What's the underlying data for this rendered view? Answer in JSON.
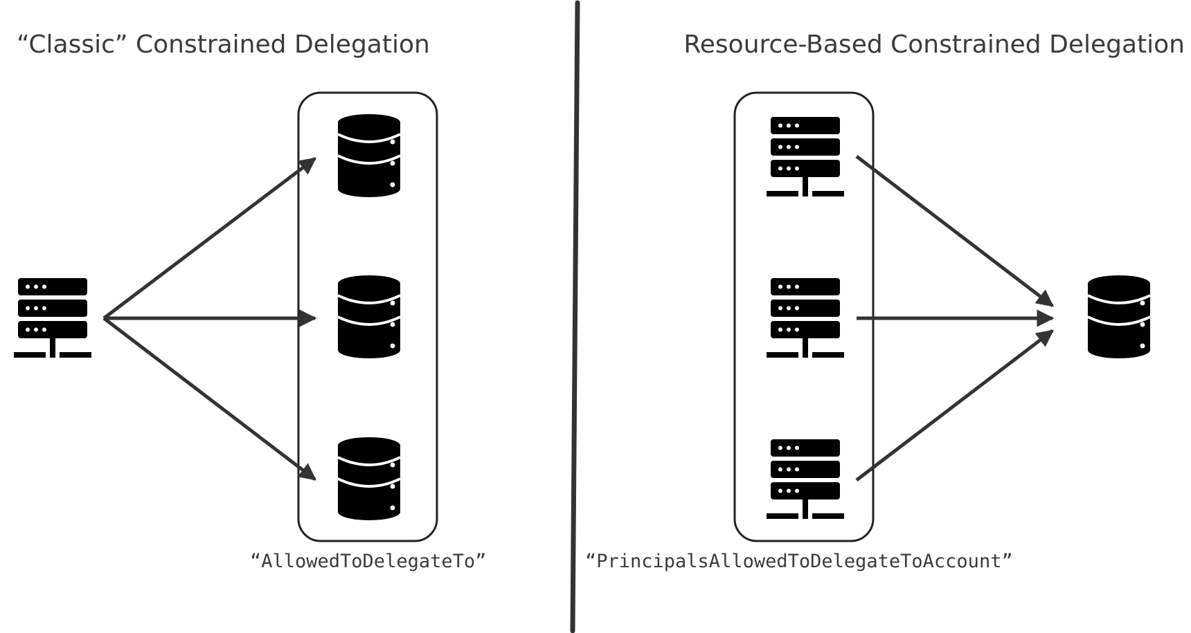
{
  "left_panel": {
    "title": "“Classic” Constrained Delegation",
    "attribute_label": "“AllowedToDelegateTo”"
  },
  "right_panel": {
    "title": "Resource-Based Constrained Delegation",
    "attribute_label": "“PrincipalsAllowedToDelegateToAccount”"
  },
  "icons": {
    "server": "server-icon",
    "database": "database-icon"
  },
  "colors": {
    "ink": "#000000",
    "arrow": "#333333",
    "text": "#3b3b3b"
  }
}
